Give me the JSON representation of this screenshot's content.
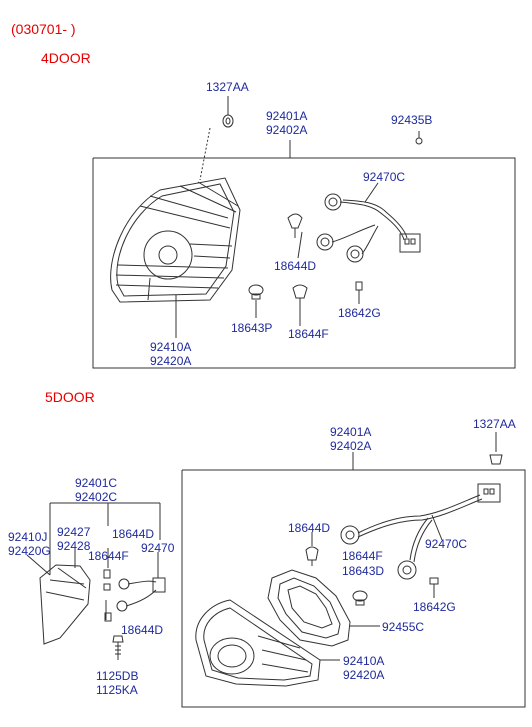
{
  "header": {
    "date_range": "(030701- )",
    "section_4door": "4DOOR",
    "section_5door": "5DOOR"
  },
  "colors": {
    "heading": "#e60000",
    "part_number": "#1f2a9c",
    "line": "#333333"
  },
  "door4": {
    "labels": {
      "p1327AA": "1327AA",
      "p92401A": "92401A",
      "p92402A": "92402A",
      "p92435B": "92435B",
      "p92470C": "92470C",
      "p18644D": "18644D",
      "p18643P": "18643P",
      "p18644F": "18644F",
      "p18642G": "18642G",
      "p92410A": "92410A",
      "p92420A": "92420A"
    }
  },
  "door5": {
    "labels": {
      "p92401C": "92401C",
      "p92402C": "92402C",
      "p92410J": "92410J",
      "p92420G": "92420G",
      "p92427": "92427",
      "p92428": "92428",
      "p18644D_left": "18644D",
      "p18644F_left": "18644F",
      "p92470": "92470",
      "p18644D_lower": "18644D",
      "p1125DB": "1125DB",
      "p1125KA": "1125KA",
      "p92401A": "92401A",
      "p92402A": "92402A",
      "p1327AA": "1327AA",
      "p18644D_right": "18644D",
      "p18644F_right": "18644F",
      "p18643D": "18643D",
      "p92470C": "92470C",
      "p18642G": "18642G",
      "p92455C": "92455C",
      "p92410A": "92410A",
      "p92420A": "92420A"
    }
  }
}
